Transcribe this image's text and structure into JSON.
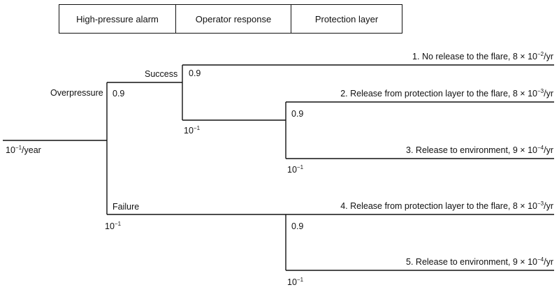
{
  "header": {
    "col1": "High-pressure alarm",
    "col2": "Operator response",
    "col3": "Protection layer"
  },
  "initiating_event": {
    "name": "Overpressure",
    "frequency_prefix": "10",
    "frequency_exp": "−1",
    "frequency_suffix": "/year"
  },
  "branches": {
    "alarm_success_prob": "0.9",
    "alarm_failure_prob_base": "10",
    "alarm_failure_prob_exp": "−1",
    "success_label": "Success",
    "failure_label": "Failure",
    "operator_success_prob": "0.9",
    "operator_failure_prob_base": "10",
    "operator_failure_prob_exp": "−1",
    "pl_upper_success_prob": "0.9",
    "pl_upper_failure_prob_base": "10",
    "pl_upper_failure_prob_exp": "−1",
    "pl_lower_success_prob": "0.9",
    "pl_lower_failure_prob_base": "10",
    "pl_lower_failure_prob_exp": "−1"
  },
  "outcomes": [
    {
      "text": "1. No release to the flare, 8 × 10",
      "exp": "−2",
      "unit": "/yr"
    },
    {
      "text": "2. Release from protection layer to the flare, 8 × 10",
      "exp": "−3",
      "unit": "/yr"
    },
    {
      "text": "3. Release to environment, 9 × 10",
      "exp": "−4",
      "unit": "/yr"
    },
    {
      "text": "4. Release from protection layer to the flare, 8 × 10",
      "exp": "−3",
      "unit": "/yr"
    },
    {
      "text": "5. Release to environment, 9 × 10",
      "exp": "−4",
      "unit": "/yr"
    }
  ]
}
